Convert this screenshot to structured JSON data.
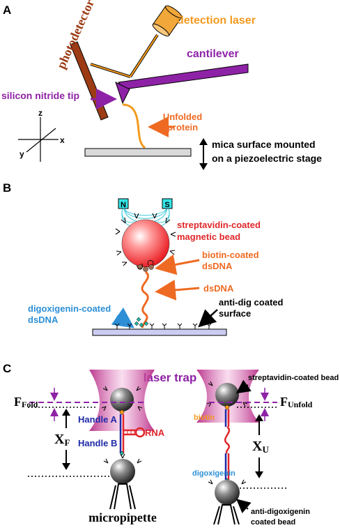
{
  "panelA": {
    "letter": "A",
    "photodetector": "photodetector",
    "detection_laser": "detection laser",
    "cantilever": "cantilever",
    "tip": "silicon nitride tip",
    "unfolded_1": "Unfolded",
    "unfolded_2": "protein",
    "mica_1": "mica surface mounted",
    "mica_2": "on a piezoelectric stage",
    "axis_z": "z",
    "axis_x": "x",
    "axis_y": "y"
  },
  "panelB": {
    "letter": "B",
    "magnet_n": "N",
    "magnet_s": "S",
    "bead_1": "streptavidin-coated",
    "bead_2": "magnetic bead",
    "biotin_1": "biotin-coated",
    "biotin_2": "dsDNA",
    "dsdna": "dsDNA",
    "dig_1": "digoxigenin-coated",
    "dig_2": "dsDNA",
    "antidig_1": "anti-dig coated",
    "antidig_2": "surface"
  },
  "panelC": {
    "letter": "C",
    "laser_trap": "laser trap",
    "ffold_main": "F",
    "ffold_sub": "Fold",
    "xf_main": "X",
    "xf_sub": "F",
    "handle_a": "Handle A",
    "handle_b": "Handle B",
    "rna": "RNA",
    "micropipette": "micropipette",
    "strep_bead": "streptavidin-coated bead",
    "funfold_main": "F",
    "funfold_sub": "Unfold",
    "biotin": "biotin",
    "xu_main": "X",
    "xu_sub": "U",
    "digoxigenin": "digoxigenin",
    "antidig_1": "anti-digoxigenin",
    "antidig_2": "coated bead"
  },
  "colors": {
    "orange": "#f39a1e",
    "orange_arrow": "#ee6a22",
    "purple": "#8e22a6",
    "brown": "#9c3b14",
    "blue_text": "#2c8fd6",
    "navy": "#1f2aa8",
    "red": "#e0262a",
    "cyan": "#33e6e6"
  }
}
